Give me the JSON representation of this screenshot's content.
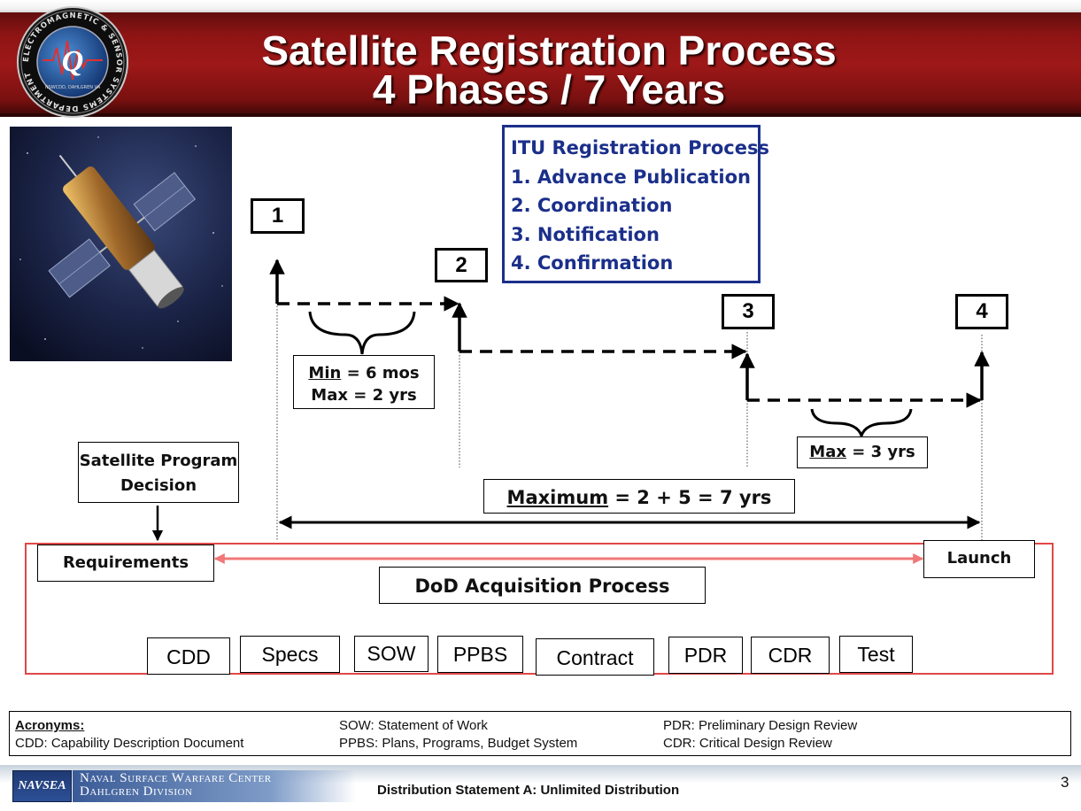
{
  "header": {
    "title_line1": "Satellite Registration Process",
    "title_line2": "4 Phases / 7 Years",
    "seal_ring_text": "ELECTROMAGNETIC & SENSOR SYSTEMS DEPARTMENT",
    "seal_subtext": "NSWCDD, DAHLGREN VA",
    "seal_letter": "Q",
    "colors": {
      "band": "#8e1414",
      "title": "#ffffff"
    }
  },
  "itu_box": {
    "title": "ITU Registration Process",
    "items": [
      "1.  Advance Publication",
      "2.  Coordination",
      "3.  Notification",
      "4.  Confirmation"
    ],
    "color": "#1b2f8a"
  },
  "phases": {
    "p1": "1",
    "p2": "2",
    "p3": "3",
    "p4": "4"
  },
  "durations": {
    "min_label": "Min",
    "min_value": " = 6 mos",
    "max_first": "Max = 2 yrs",
    "max3_label": "Max",
    "max3_value": " = 3 yrs",
    "maximum_label": "Maximum",
    "maximum_value": " = 2 + 5  = 7 yrs"
  },
  "program_decision": {
    "line1": "Satellite Program",
    "line2": "Decision"
  },
  "acquisition": {
    "requirements": "Requirements",
    "launch": "Launch",
    "process": "DoD Acquisition Process",
    "steps": [
      "CDD",
      "Specs",
      "SOW",
      "PPBS",
      "Contract",
      "PDR",
      "CDR",
      "Test"
    ],
    "arrow_color": "#f07878"
  },
  "acronyms": {
    "heading": "Acronyms:",
    "cdd": "CDD: Capability Description Document",
    "sow": "SOW: Statement of Work",
    "ppbs": "PPBS: Plans, Programs, Budget System",
    "pdr": "PDR: Preliminary Design Review",
    "cdr": "CDR: Critical Design Review"
  },
  "footer": {
    "logo": "NAVSEA",
    "org_line1": "Naval Surface Warfare Center",
    "org_line2": "Dahlgren Division",
    "distribution": "Distribution Statement A:  Unlimited Distribution",
    "page_number": "3"
  }
}
